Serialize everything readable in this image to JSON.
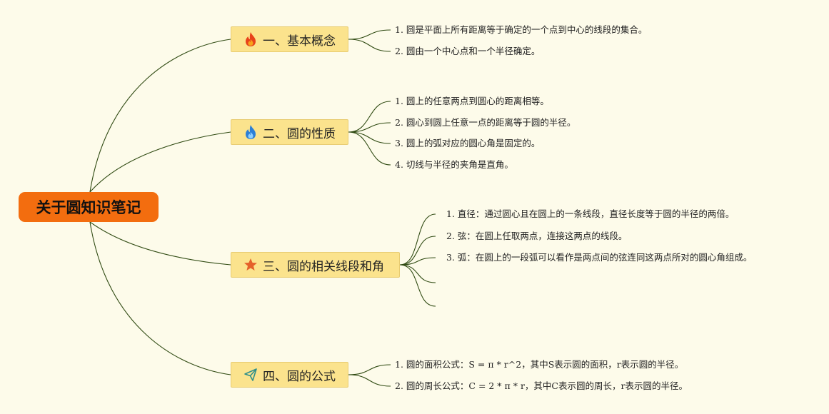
{
  "root": {
    "label": "关于圆知识笔记"
  },
  "colors": {
    "background": "#fdfbea",
    "root_fill": "#f36d0f",
    "topic_fill": "#fbe38d",
    "connector": "#2f4a12"
  },
  "topics": [
    {
      "icon": "fire-icon",
      "label": "一、基本概念",
      "items": [
        "1. 圆是平面上所有距离等于确定的一个点到中心的线段的集合。",
        "2. 圆由一个中心点和一个半径确定。"
      ]
    },
    {
      "icon": "blue-flame-icon",
      "label": "二、圆的性质",
      "items": [
        "1. 圆上的任意两点到圆心的距离相等。",
        "2. 圆心到圆上任意一点的距离等于圆的半径。",
        "3. 圆上的弧对应的圆心角是固定的。",
        "4. 切线与半径的夹角是直角。"
      ]
    },
    {
      "icon": "star-icon",
      "label": "三、圆的相关线段和角",
      "items": [
        "1. 直径：通过圆心且在圆上的一条线段，直径长度等于圆的半径的两倍。",
        "2. 弦：在圆上任取两点，连接这两点的线段。",
        "3. 弧：在圆上的一段弧可以看作是两点间的弦连同这两点所对的圆心角组成。",
        "",
        ""
      ]
    },
    {
      "icon": "paper-plane-icon",
      "label": "四、圆的公式",
      "items": [
        "1. 圆的面积公式：S = π * r^2，其中S表示圆的面积，r表示圆的半径。",
        "2. 圆的周长公式：C = 2 * π * r，其中C表示圆的周长，r表示圆的半径。"
      ]
    }
  ]
}
